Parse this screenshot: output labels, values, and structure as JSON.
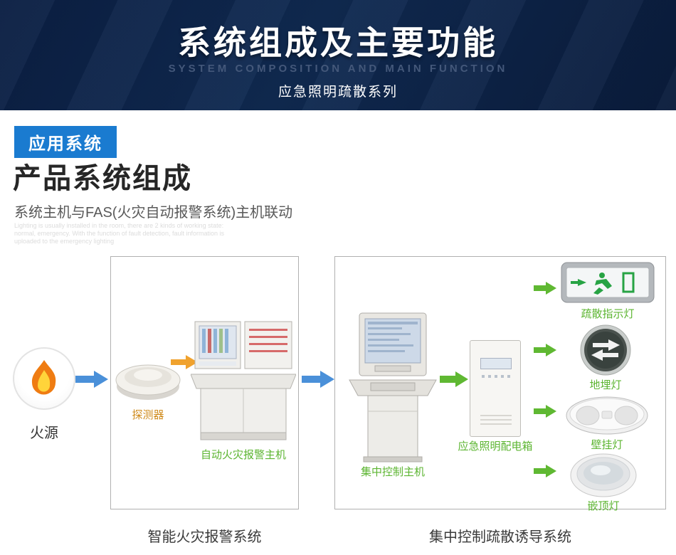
{
  "header": {
    "title": "系统组成及主要功能",
    "subtitle_en": "SYSTEM  COMPOSITION  AND  MAIN  FUNCTION",
    "series": "应急照明疏散系列"
  },
  "section": {
    "badge": "应用系统",
    "heading": "产品系统组成",
    "subheading": "系统主机与FAS(火灾自动报警系统)主机联动",
    "note": "Lighting is usually installed in the room, there are 2 kinds of working state: normal, emergency. With the function of fault detection, fault information is uploaded to the emergency lighting"
  },
  "diagram": {
    "fire_label": "火源",
    "detector_label": "探测器",
    "alarm_host_label": "自动火灾报警主机",
    "control_host_label": "集中控制主机",
    "power_box_label": "应急照明配电箱",
    "devices": [
      {
        "label": "疏散指示灯"
      },
      {
        "label": "地埋灯"
      },
      {
        "label": "壁挂灯"
      },
      {
        "label": "嵌顶灯"
      }
    ],
    "box1_caption": "智能火灾报警系统",
    "box2_caption": "集中控制疏散诱导系统"
  },
  "colors": {
    "arrow_blue": "#4a90d9",
    "arrow_orange": "#f0a22e",
    "arrow_green": "#5fb832"
  }
}
